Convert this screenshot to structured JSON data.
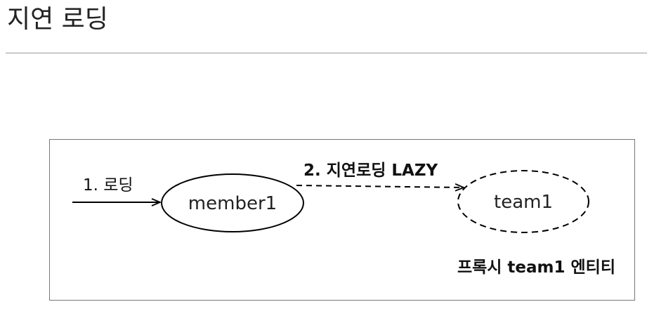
{
  "title": "지연 로딩",
  "diagram": {
    "step1_label": "1. 로딩",
    "step2_label": "2. 지연로딩 LAZY",
    "member_node": "member1",
    "team_node": "team1",
    "proxy_caption": "프록시 team1 엔티티"
  }
}
